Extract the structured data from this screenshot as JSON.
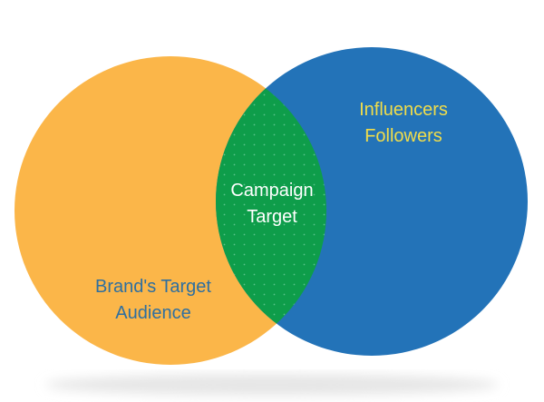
{
  "diagram": {
    "type": "venn",
    "sets": [
      {
        "id": "left",
        "label_lines": [
          "Brand's Target",
          "Audience"
        ],
        "fill": "#FBB649",
        "text_color": "#2E6FA0"
      },
      {
        "id": "right",
        "label_lines": [
          "Influencers",
          "Followers"
        ],
        "fill": "#2373B8",
        "text_color": "#F1DD4A"
      }
    ],
    "intersection": {
      "label_lines": [
        "Campaign",
        "Target"
      ],
      "fill": "#0E9D4A",
      "dot_color": "#58C38A",
      "text_color": "#FFFFFF",
      "pattern": "dotted"
    },
    "background": "#FFFFFF",
    "shadow_color": "#E6E6E6"
  }
}
